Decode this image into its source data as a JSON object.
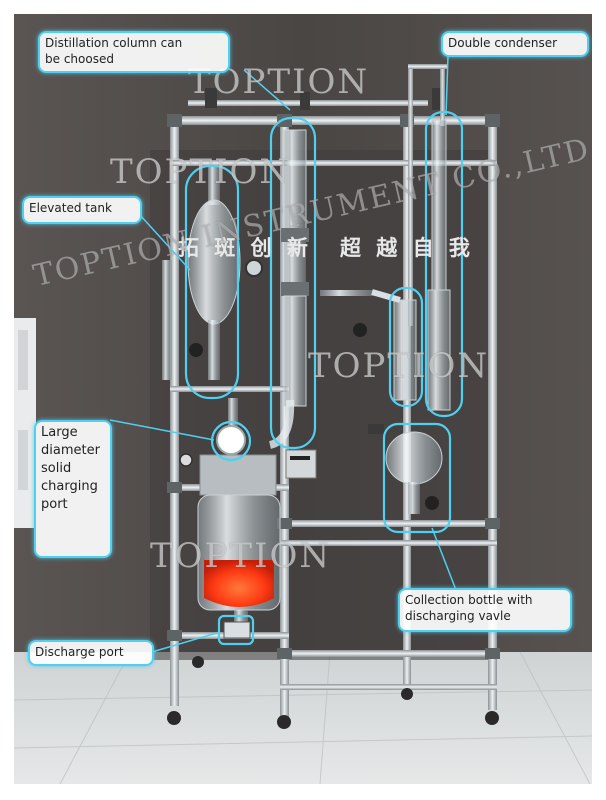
{
  "labels": {
    "distillation_column": "Distillation column can\nbe choosed",
    "double_condenser": "Double condenser",
    "elevated_tank": "Elevated tank",
    "charging_port": "Large\ndiameter\nsolid\ncharging\nport",
    "collection_bottle": "Collection bottle with\ndischarging vavle",
    "discharge_port": "Discharge port"
  },
  "watermarks": {
    "brand": "TOPTION",
    "company": "TOPTION INSTRUMENT CO.,LTD"
  },
  "panel_slogan_left": "拓 斑 创 新",
  "panel_slogan_right": "超 越 自 我",
  "colors": {
    "highlight": "#4fd0f0",
    "liquid": "#ff4a1a",
    "backdrop": "#4e4a48",
    "floor": "#d9dcdc"
  }
}
